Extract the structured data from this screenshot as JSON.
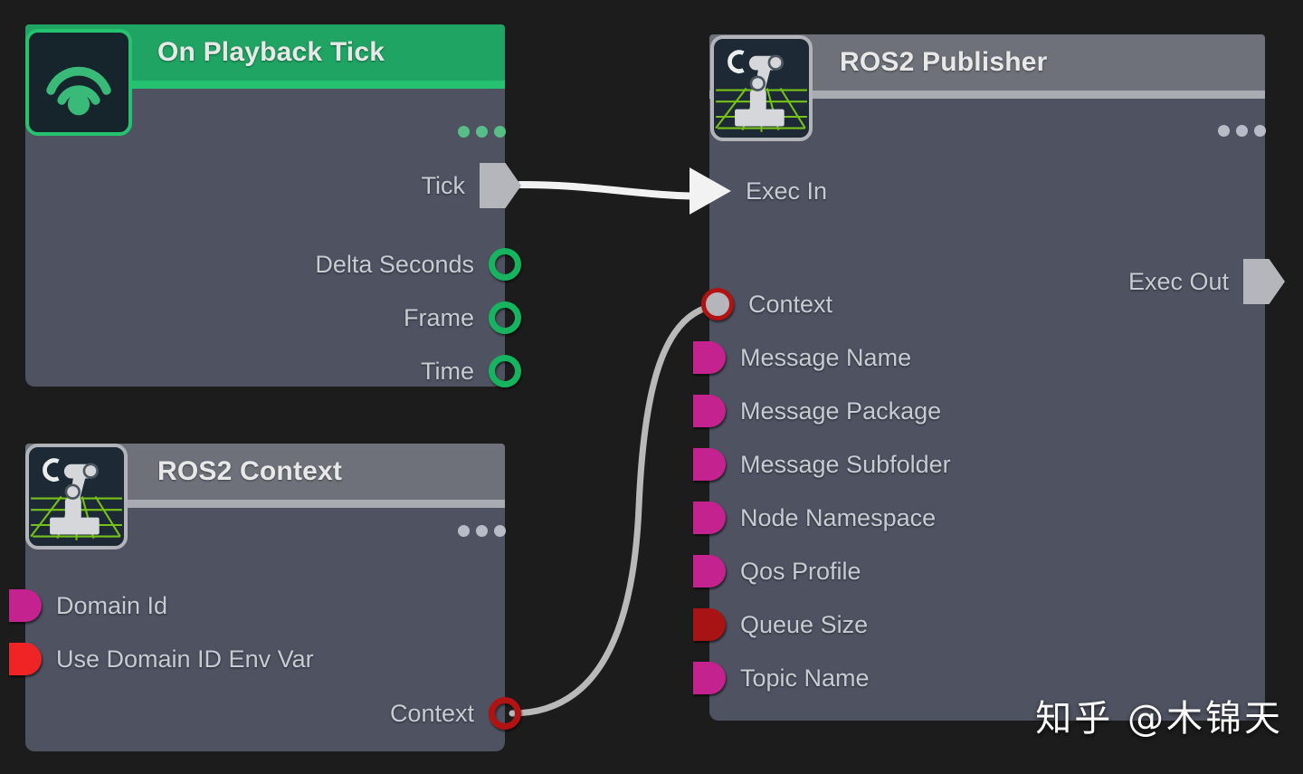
{
  "canvas": {
    "background_color": "#1c1c1c",
    "watermark": "知乎 @木锦天"
  },
  "colors": {
    "node_body": "#4e5261",
    "node_header_gray": "#6e7179",
    "node_header_green": "#1fa463",
    "accent_green": "#25c26f",
    "accent_gray": "#a9abb2",
    "port_string": "#c4228e",
    "port_bool": "#ef2525",
    "port_int": "#a81414",
    "port_float_ring": "#16b45e",
    "port_context_ring": "#b11212",
    "port_exec": "#b4b6bc",
    "wire_exec": "#f2f2f2",
    "wire_data": "#b9b9b9",
    "label_text": "#c9cbd2",
    "title_text": "#e8e8e8"
  },
  "nodes": [
    {
      "id": "on-playback-tick",
      "title": "On Playback Tick",
      "icon": "wifi-broadcast-icon",
      "header_style": "green",
      "menu": "more-options-dots",
      "inputs": [],
      "outputs": [
        {
          "label": "Tick",
          "type": "exec",
          "connected": true
        },
        {
          "label": "Delta Seconds",
          "type": "float",
          "connected": false
        },
        {
          "label": "Frame",
          "type": "float",
          "connected": false
        },
        {
          "label": "Time",
          "type": "float",
          "connected": false
        }
      ]
    },
    {
      "id": "ros2-publisher",
      "title": "ROS2 Publisher",
      "icon": "ros2-robot-arm-icon",
      "header_style": "gray",
      "menu": "more-options-dots",
      "inputs": [
        {
          "label": "Exec In",
          "type": "exec",
          "connected": true
        },
        {
          "label": "Context",
          "type": "context",
          "connected": true
        },
        {
          "label": "Message Name",
          "type": "string",
          "connected": false
        },
        {
          "label": "Message Package",
          "type": "string",
          "connected": false
        },
        {
          "label": "Message Subfolder",
          "type": "string",
          "connected": false
        },
        {
          "label": "Node Namespace",
          "type": "string",
          "connected": false
        },
        {
          "label": "Qos Profile",
          "type": "string",
          "connected": false
        },
        {
          "label": "Queue Size",
          "type": "int",
          "connected": false
        },
        {
          "label": "Topic Name",
          "type": "string",
          "connected": false
        }
      ],
      "outputs": [
        {
          "label": "Exec Out",
          "type": "exec",
          "connected": false
        }
      ]
    },
    {
      "id": "ros2-context",
      "title": "ROS2 Context",
      "icon": "ros2-robot-arm-icon",
      "header_style": "gray",
      "menu": "more-options-dots",
      "inputs": [
        {
          "label": "Domain Id",
          "type": "string",
          "connected": false
        },
        {
          "label": "Use Domain ID Env Var",
          "type": "bool",
          "connected": false
        }
      ],
      "outputs": [
        {
          "label": "Context",
          "type": "context",
          "connected": true
        }
      ]
    }
  ],
  "connections": [
    {
      "from_node": "on-playback-tick",
      "from_port": "Tick",
      "to_node": "ros2-publisher",
      "to_port": "Exec In",
      "kind": "exec"
    },
    {
      "from_node": "ros2-context",
      "from_port": "Context",
      "to_node": "ros2-publisher",
      "to_port": "Context",
      "kind": "data"
    }
  ]
}
